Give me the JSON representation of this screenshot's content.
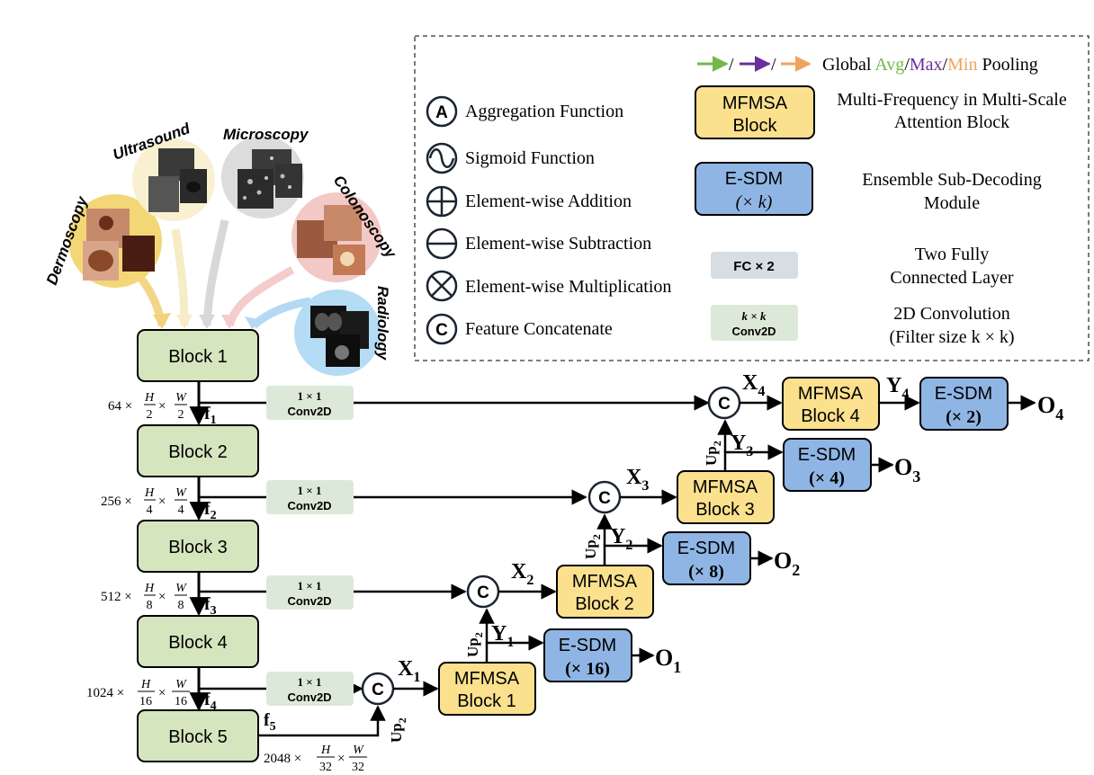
{
  "modalities": {
    "dermoscopy": "Dermoscopy",
    "ultrasound": "Ultrasound",
    "microscopy": "Microscopy",
    "colonoscopy": "Colonoscopy",
    "radiology": "Radiology"
  },
  "encoder": {
    "blocks": [
      "Block 1",
      "Block 2",
      "Block 3",
      "Block 4",
      "Block 5"
    ],
    "feature_names": [
      "f1",
      "f2",
      "f3",
      "f4",
      "f5"
    ],
    "channel_dims": [
      "64",
      "256",
      "512",
      "1024",
      "2048"
    ],
    "downsample_factors": [
      "2",
      "4",
      "8",
      "16",
      "32"
    ]
  },
  "conv1x1": {
    "line1": "1 × 1",
    "line2": "Conv2D"
  },
  "decoder": {
    "concat_symbol": "C",
    "mfmsa": [
      "MFMSA",
      "Block 1",
      "Block 2",
      "Block 3",
      "Block 4"
    ],
    "esdm_title": "E-SDM",
    "esdm_factors": [
      "(× 16)",
      "(× 8)",
      "(× 4)",
      "(× 2)"
    ],
    "x_labels": [
      "X1",
      "X2",
      "X3",
      "X4"
    ],
    "y_labels": [
      "Y1",
      "Y2",
      "Y3",
      "Y4"
    ],
    "outputs": [
      "O1",
      "O2",
      "O3",
      "O4"
    ],
    "up_label": "Up2"
  },
  "legend": {
    "pooling": {
      "prefix": "Global ",
      "avg": "Avg",
      "max": "Max",
      "min": "Min",
      "suffix": " Pooling",
      "sep": "/"
    },
    "aggregation": {
      "symbol": "A",
      "text": "Aggregation  Function"
    },
    "sigmoid": "Sigmoid Function",
    "addition": "Element-wise Addition",
    "subtraction": "Element-wise Subtraction",
    "multiplication": "Element-wise Multiplication",
    "concat": {
      "symbol": "C",
      "text": "Feature Concatenate"
    },
    "mfmsa_box": {
      "line1": "MFMSA",
      "line2": "Block",
      "desc1": "Multi-Frequency in  Multi-Scale",
      "desc2": "Attention Block"
    },
    "esdm_box": {
      "line1": "E-SDM",
      "line2": "(× k)",
      "desc1": "Ensemble  Sub-Decoding",
      "desc2": "Module"
    },
    "fc_box": {
      "label": "FC × 2",
      "desc1": "Two Fully",
      "desc2": "Connected Layer"
    },
    "conv_box": {
      "line1": "k × k",
      "line2": "Conv2D",
      "desc1": "2D Convolution",
      "desc2": "(Filter size k × k)"
    }
  },
  "colors": {
    "block_green": "#d5e5be",
    "mfmsa_yellow": "#fbe08e",
    "esdm_blue": "#8fb5e5",
    "conv_green": "#dde9d8",
    "fc_gray": "#d6dde3",
    "avg_green": "#72b84a",
    "max_purple": "#6b2f9b",
    "min_orange": "#f0a35c"
  }
}
